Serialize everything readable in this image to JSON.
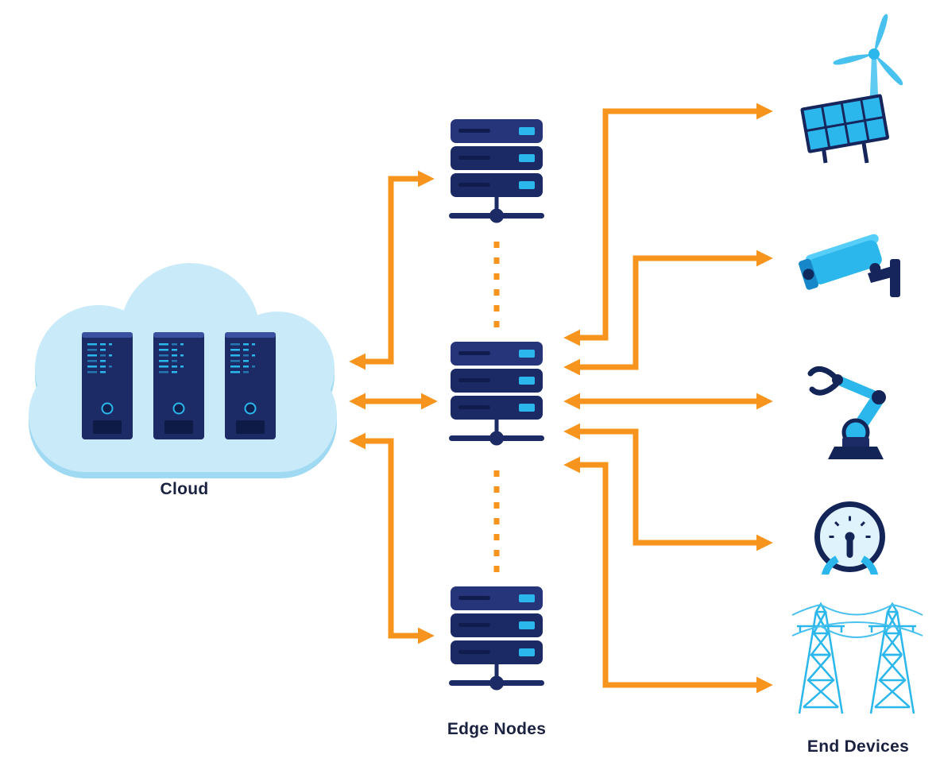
{
  "labels": {
    "cloud": "Cloud",
    "edge_nodes": "Edge Nodes",
    "end_devices": "End Devices"
  },
  "colors": {
    "arrow_orange": "#F7941E",
    "navy": "#1C2B66",
    "navy_dark": "#10204F",
    "cyan": "#2BB7EC",
    "cyan_light": "#56CEF7",
    "cloud_fill": "#C9EAF9",
    "cloud_shadow": "#9FD9F2",
    "label_text": "#1B2240",
    "background": "#FFFFFF"
  },
  "nodes": {
    "cloud": {
      "label": "Cloud",
      "server_count": 3
    },
    "edge_nodes": {
      "label": "Edge Nodes",
      "count": 3,
      "items": [
        "edge-node-top",
        "edge-node-middle",
        "edge-node-bottom"
      ]
    },
    "end_devices": {
      "label": "End Devices",
      "items": [
        "wind-turbine-with-solar-panel",
        "security-camera",
        "robotic-arm",
        "gauge-meter",
        "power-transmission-towers"
      ]
    }
  },
  "connections": [
    {
      "from": "cloud",
      "to": "edge-node-top",
      "style": "elbow",
      "bidirectional": true
    },
    {
      "from": "cloud",
      "to": "edge-node-middle",
      "style": "straight",
      "bidirectional": true
    },
    {
      "from": "cloud",
      "to": "edge-node-bottom",
      "style": "elbow",
      "bidirectional": true
    },
    {
      "from": "edge-node-top",
      "to": "edge-node-middle",
      "style": "dashed"
    },
    {
      "from": "edge-node-middle",
      "to": "edge-node-bottom",
      "style": "dashed"
    },
    {
      "from": "edge-node-middle",
      "to": "wind-turbine-with-solar-panel",
      "style": "elbow",
      "bidirectional": true
    },
    {
      "from": "edge-node-middle",
      "to": "security-camera",
      "style": "elbow",
      "bidirectional": true
    },
    {
      "from": "edge-node-middle",
      "to": "robotic-arm",
      "style": "straight",
      "bidirectional": true
    },
    {
      "from": "edge-node-middle",
      "to": "gauge-meter",
      "style": "elbow",
      "bidirectional": true
    },
    {
      "from": "edge-node-middle",
      "to": "power-transmission-towers",
      "style": "elbow",
      "bidirectional": true
    }
  ]
}
